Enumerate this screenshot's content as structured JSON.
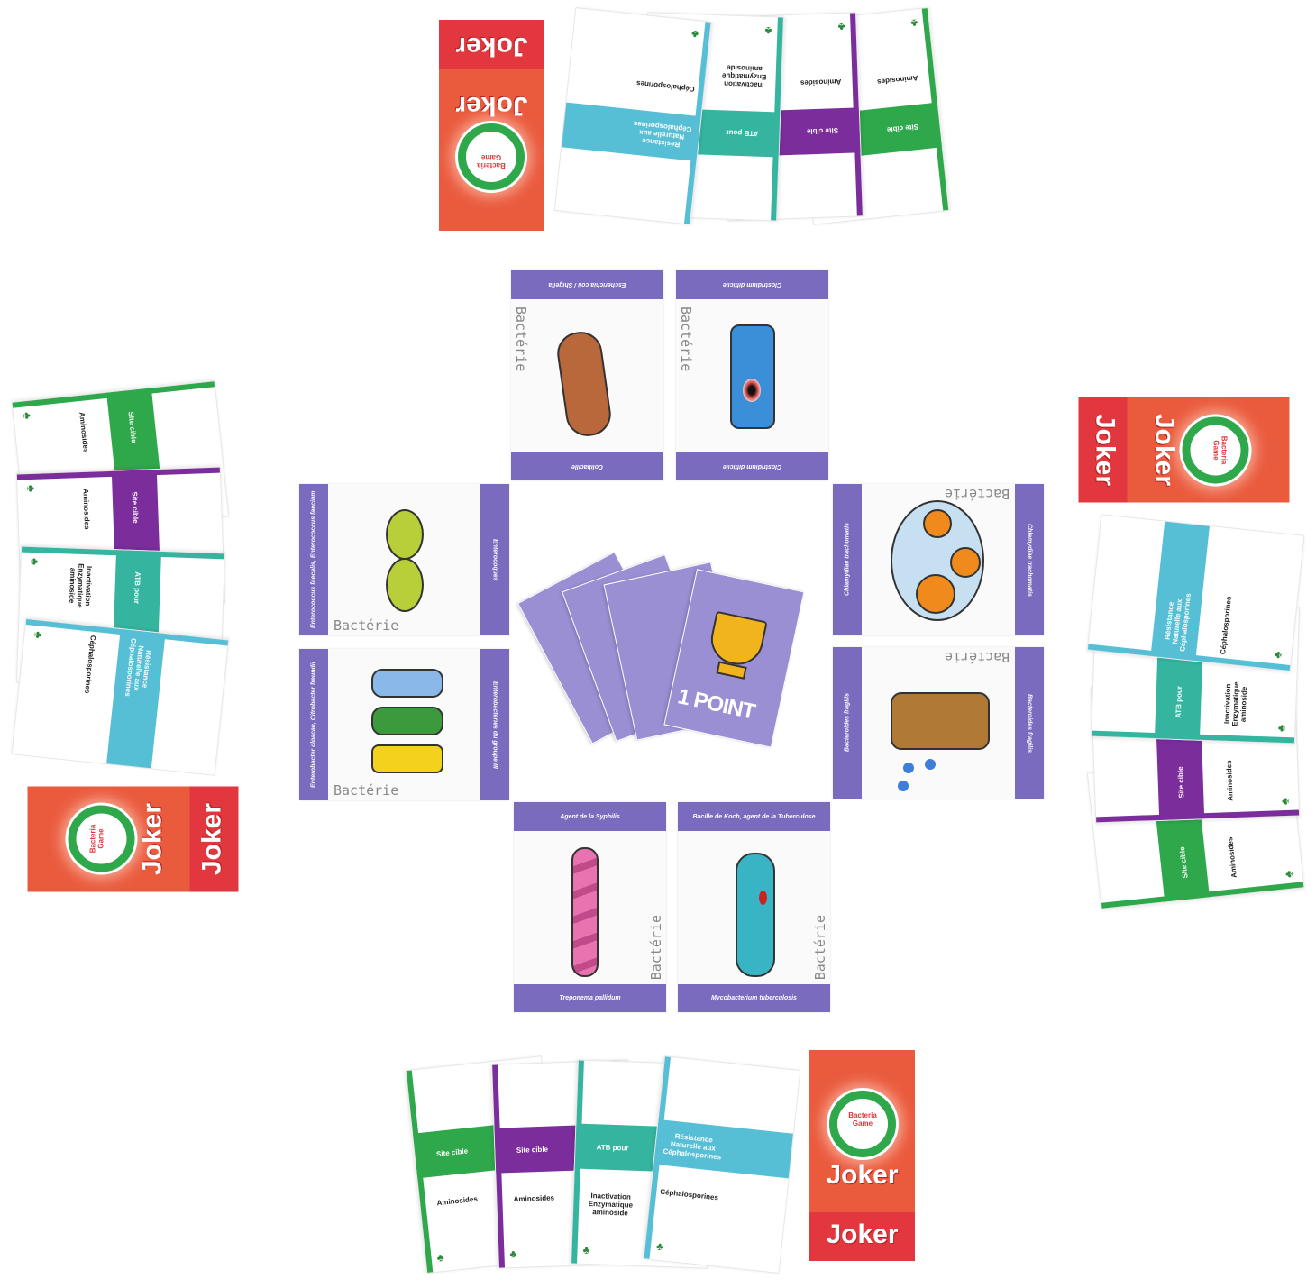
{
  "game": {
    "title": "Bacteria Game"
  },
  "joker": {
    "label": "Joker",
    "logo_text": "Bacteria Game"
  },
  "generic_label": "Bactérie",
  "bacteria_cards": [
    {
      "top": "Escherichia coli / Shigella",
      "bottom": "Colibacille"
    },
    {
      "top": "Clostridium difficile",
      "bottom": "Clostridium difficile"
    },
    {
      "top": "Enterococcus faecalis, Enterococcus faecium",
      "bottom": "Entérocoques"
    },
    {
      "top": "Enterobacter cloacae, Citrobacter freundii",
      "bottom": "Entérobactéries du groupe III"
    },
    {
      "top": "Chlamydiae trachomatis",
      "bottom": "Chlamydiae trachomatis"
    },
    {
      "top": "Bacteroides fragilis",
      "bottom": "Bacteroides fragilis"
    },
    {
      "top": "Agent de la Syphilis",
      "bottom": "Treponema pallidum"
    },
    {
      "top": "Bacille de Koch, agent de la Tuberculose",
      "bottom": "Mycobacterium tuberculosis"
    }
  ],
  "point_pile": {
    "label": "1 POINT"
  },
  "hand_cards": [
    {
      "band": "Site cible",
      "text": "Aminosides",
      "color": "#2ea84a"
    },
    {
      "band": "Site cible",
      "text": "Aminosides",
      "color": "#7b2d9b"
    },
    {
      "band": "ATB pour",
      "text": "Inactivation Enzymatique aminoside",
      "color": "#35b5a0"
    },
    {
      "band": "Résistance Naturelle aux Céphalosporines",
      "text": "Céphalosporines",
      "color": "#56bfd6"
    }
  ],
  "colors": {
    "card_bar": "#7b6bbf",
    "joker": "#ea5b3e",
    "joker_band": "#e2373e"
  }
}
